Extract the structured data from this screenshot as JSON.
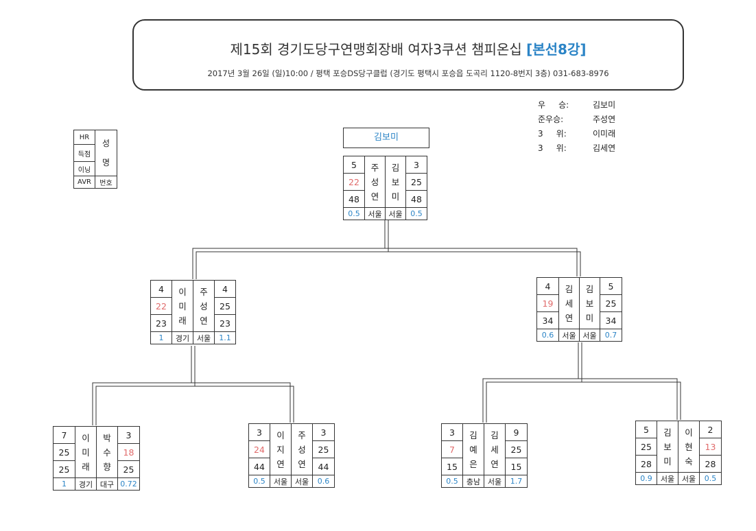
{
  "header": {
    "title_main": "제15회 경기도당구연맹회장배 여자3쿠션 챔피온십",
    "title_accent": "[본선8강]",
    "subtitle": "2017년 3월 26일 (일)10:00 /  평택 포승DS당구클럽 (경기도 평택시 포승읍 도곡리 1120-8번지 3층) 031-683-8976"
  },
  "results": [
    {
      "rank": "우     승:",
      "name": "김보미"
    },
    {
      "rank": "준우승:",
      "name": "주성연"
    },
    {
      "rank": "3     위:",
      "name": "이미래"
    },
    {
      "rank": "3     위:",
      "name": "김세연"
    }
  ],
  "legend": {
    "hr": "HR",
    "score": "득점",
    "inning": "이닝",
    "avr": "AVR",
    "name": "성\n\n명",
    "number": "번호"
  },
  "winner": "김보미",
  "matches": {
    "final": {
      "left": {
        "hr": "5",
        "score": "22",
        "inning": "48",
        "avr": "0.5",
        "name": "주\n성\n연",
        "region": "서울",
        "lost": true
      },
      "right": {
        "hr": "3",
        "score": "25",
        "inning": "48",
        "avr": "0.5",
        "name": "김\n보\n미",
        "region": "서울",
        "lost": false
      }
    },
    "semi1": {
      "left": {
        "hr": "4",
        "score": "22",
        "inning": "23",
        "avr": "1",
        "name": "이\n미\n래",
        "region": "경기",
        "lost": true
      },
      "right": {
        "hr": "4",
        "score": "25",
        "inning": "23",
        "avr": "1.1",
        "name": "주\n성\n연",
        "region": "서울",
        "lost": false
      }
    },
    "semi2": {
      "left": {
        "hr": "4",
        "score": "19",
        "inning": "34",
        "avr": "0.6",
        "name": "김\n세\n연",
        "region": "서울",
        "lost": true
      },
      "right": {
        "hr": "5",
        "score": "25",
        "inning": "34",
        "avr": "0.7",
        "name": "김\n보\n미",
        "region": "서울",
        "lost": false
      }
    },
    "qf1": {
      "left": {
        "hr": "7",
        "score": "25",
        "inning": "25",
        "avr": "1",
        "name": "이\n미\n래",
        "region": "경기",
        "lost": false
      },
      "right": {
        "hr": "3",
        "score": "18",
        "inning": "25",
        "avr": "0.72",
        "name": "박\n수\n향",
        "region": "대구",
        "lost": true
      }
    },
    "qf2": {
      "left": {
        "hr": "3",
        "score": "24",
        "inning": "44",
        "avr": "0.5",
        "name": "이\n지\n연",
        "region": "서울",
        "lost": true
      },
      "right": {
        "hr": "3",
        "score": "25",
        "inning": "44",
        "avr": "0.6",
        "name": "주\n성\n연",
        "region": "서울",
        "lost": false
      }
    },
    "qf3": {
      "left": {
        "hr": "3",
        "score": "7",
        "inning": "15",
        "avr": "0.5",
        "name": "김\n예\n은",
        "region": "충남",
        "lost": true
      },
      "right": {
        "hr": "9",
        "score": "25",
        "inning": "15",
        "avr": "1.7",
        "name": "김\n세\n연",
        "region": "서울",
        "lost": false
      }
    },
    "qf4": {
      "left": {
        "hr": "5",
        "score": "25",
        "inning": "28",
        "avr": "0.9",
        "name": "김\n보\n미",
        "region": "서울",
        "lost": false
      },
      "right": {
        "hr": "2",
        "score": "13",
        "inning": "28",
        "avr": "0.5",
        "name": "이\n현\n숙",
        "region": "서울",
        "lost": true
      }
    }
  }
}
